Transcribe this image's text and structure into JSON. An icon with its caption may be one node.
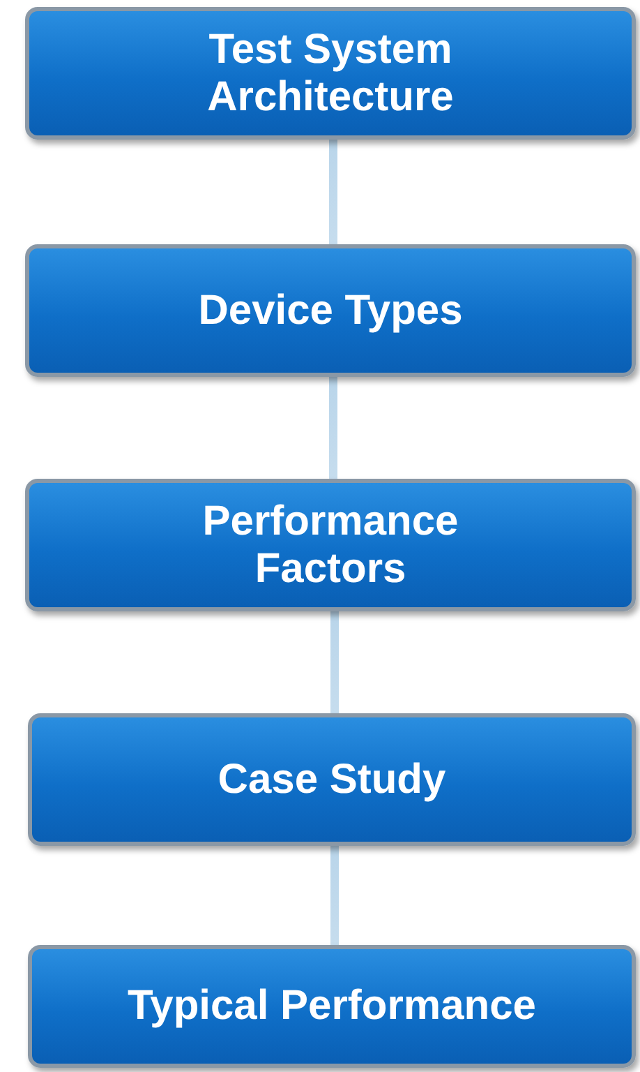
{
  "diagram": {
    "nodes": [
      {
        "text": [
          "Test System Architecture"
        ]
      },
      {
        "text": [
          "Device Types"
        ]
      },
      {
        "text": [
          "Performance Factors"
        ]
      },
      {
        "text": [
          "Case Study"
        ]
      },
      {
        "text": [
          "Typical Performance"
        ]
      }
    ],
    "edges": [
      {
        "from": 0,
        "to": 1,
        "arrow": "none"
      },
      {
        "from": 1,
        "to": 2,
        "arrow": "none"
      },
      {
        "from": 2,
        "to": 3,
        "arrow": "none"
      },
      {
        "from": 3,
        "to": 4,
        "arrow": "none"
      }
    ]
  }
}
